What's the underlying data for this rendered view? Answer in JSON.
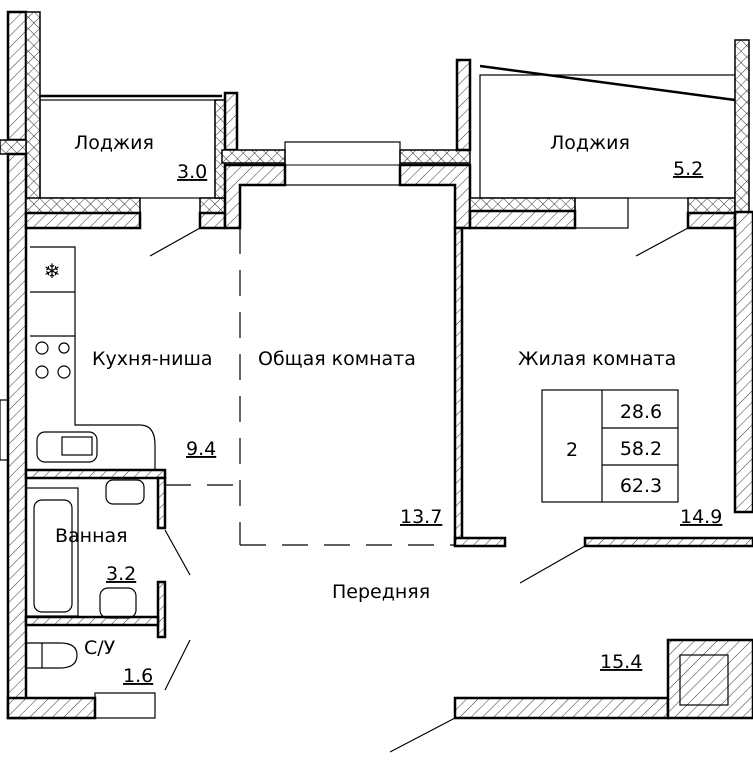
{
  "plan": {
    "rooms": [
      {
        "name": "Лоджия",
        "area": "3.0"
      },
      {
        "name": "Лоджия",
        "area": "5.2"
      },
      {
        "name": "Кухня-ниша",
        "area": "9.4"
      },
      {
        "name": "Общая комната",
        "area": "13.7"
      },
      {
        "name": "Жилая комната",
        "area": "14.9"
      },
      {
        "name": "Ванная",
        "area": "3.2"
      },
      {
        "name": "С/У",
        "area": "1.6"
      },
      {
        "name": "Передняя",
        "area": "15.4"
      }
    ],
    "summary": {
      "rooms_count": "2",
      "living_area": "28.6",
      "total_area": "58.2",
      "total_with_loggia": "62.3"
    }
  }
}
